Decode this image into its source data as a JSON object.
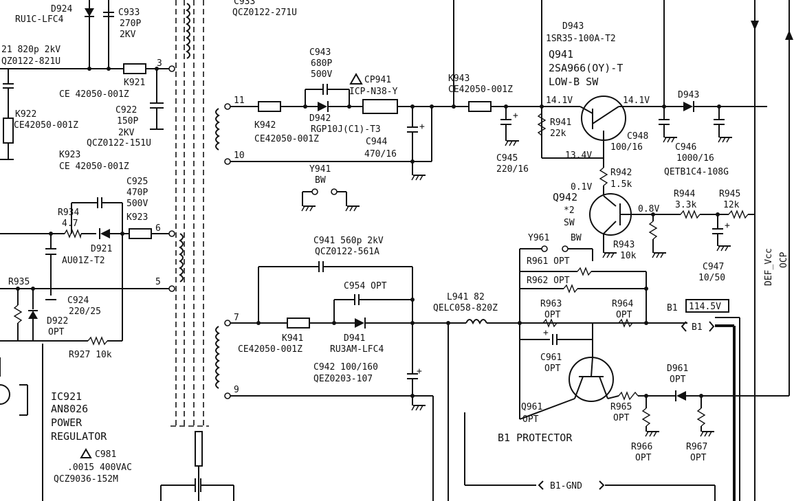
{
  "labels": {
    "d924_ref": "D924",
    "d924_part": "RU1C-LFC4",
    "c933_ref_l": "C933",
    "c933_val": "270P",
    "c933_volt": "2KV",
    "c933_ref_top": "C933",
    "c933_part_top": "QCZ0122-271U",
    "c921_val": "21 820p 2kV",
    "c921_part": "QZ0122-821U",
    "k921_ref": "K921",
    "k921_part": "CE 42050-001Z",
    "c922_ref": "C922",
    "c922_val": "150P",
    "c922_volt": "2KV",
    "c922_part": "QCZ0122-151U",
    "k922_ref": "K922",
    "k922_part": "CE42050-001Z",
    "k923a_ref": "K923",
    "k923a_part": "CE 42050-001Z",
    "c925_ref": "C925",
    "c925_val": "470P",
    "c925_volt": "500V",
    "r934_ref": "R934",
    "r934_val": "4.7",
    "k923b_ref": "K923",
    "d921_ref": "D921",
    "d921_part": "AU01Z-T2",
    "r935_ref": "R935",
    "c924_ref": "C924",
    "c924_val": "220/25",
    "d922_ref": "D922",
    "d922_val": "OPT",
    "r927_ref": "R927 10k",
    "ic921_ref": "IC921",
    "ic921_part": "AN8026",
    "ic921_l1": "POWER",
    "ic921_l2": "REGULATOR",
    "c981_ref": "C981",
    "c981_val": ".0015 400VAC",
    "c981_part": "QCZ9036-152M",
    "c943_ref": "C943",
    "c943_val": "680P",
    "c943_volt": "500V",
    "cp941_ref": "CP941",
    "cp941_part": "ICP-N38-Y",
    "k942_ref": "K942",
    "k942_part": "CE42050-001Z",
    "d942_ref": "D942",
    "d942_part": "RGP10J(C1)-T3",
    "c944_ref": "C944",
    "c944_val": "470/16",
    "y941_ref": "Y941",
    "y941_val": "BW",
    "k943_ref": "K943",
    "k943_part": "CE42050-001Z",
    "c945_ref": "C945",
    "c945_val": "220/16",
    "d943a_ref": "D943",
    "d943a_part": "1SR35-100A-T2",
    "q941_ref": "Q941",
    "q941_part": "2SA966(OY)-T",
    "q941_func": "LOW-B SW",
    "v_141a": "14.1V",
    "v_141b": "14.1V",
    "d943b_ref": "D943",
    "r941_ref": "R941",
    "r941_val": "22k",
    "c948_ref": "C948",
    "c948_val": "100/16",
    "c946_ref": "C946",
    "c946_val": "1000/16",
    "c946_part": "QETB1C4-108G",
    "v_134": "13.4V",
    "r942_ref": "R942",
    "r942_val": "1.5k",
    "v_01": "0.1V",
    "q942_ref": "Q942",
    "q942_val": "*2",
    "q942_func": "SW",
    "v_08": "0.8V",
    "r944_ref": "R944",
    "r944_val": "3.3k",
    "r945_ref": "R945",
    "r945_val": "12k",
    "r943_ref": "R943",
    "r943_val": "10k",
    "c947_ref": "C947",
    "c947_val": "10/50",
    "def_vcc": "DEF_Vcc",
    "ocp": "OCP",
    "c941_ref": "C941 560p 2kV",
    "c941_part": "QCZ0122-561A",
    "y961_ref": "Y961",
    "y961_val": "BW",
    "r961_ref": "R961 OPT",
    "r962_ref": "R962 OPT",
    "c954_ref": "C954 OPT",
    "l941_ref": "L941 82",
    "l941_part": "QELC058-820Z",
    "r963_ref": "R963",
    "r963_val": "OPT",
    "r964_ref": "R964",
    "r964_val": "OPT",
    "b1_label": "B1",
    "b1_value": "114.5V",
    "b1_tag": "B1",
    "k941_ref": "K941",
    "k941_part": "CE42050-001Z",
    "d941_ref": "D941",
    "d941_part": "RU3AM-LFC4",
    "c942_ref": "C942 100/160",
    "c942_part": "QEZ0203-107",
    "c961_ref": "C961",
    "c961_val": "OPT",
    "d961_ref": "D961",
    "d961_val": "OPT",
    "q961_ref": "Q961",
    "q961_val": "OPT",
    "r965_ref": "R965",
    "r965_val": "OPT",
    "b1_protector": "B1 PROTECTOR",
    "r966_ref": "R966",
    "r966_val": "OPT",
    "r967_ref": "R967",
    "r967_val": "OPT",
    "b1_gnd": "B1-GND",
    "pin_3": "3",
    "pin_6": "6",
    "pin_5": "5",
    "pin_11": "11",
    "pin_10": "10",
    "pin_7": "7",
    "pin_9": "9"
  }
}
